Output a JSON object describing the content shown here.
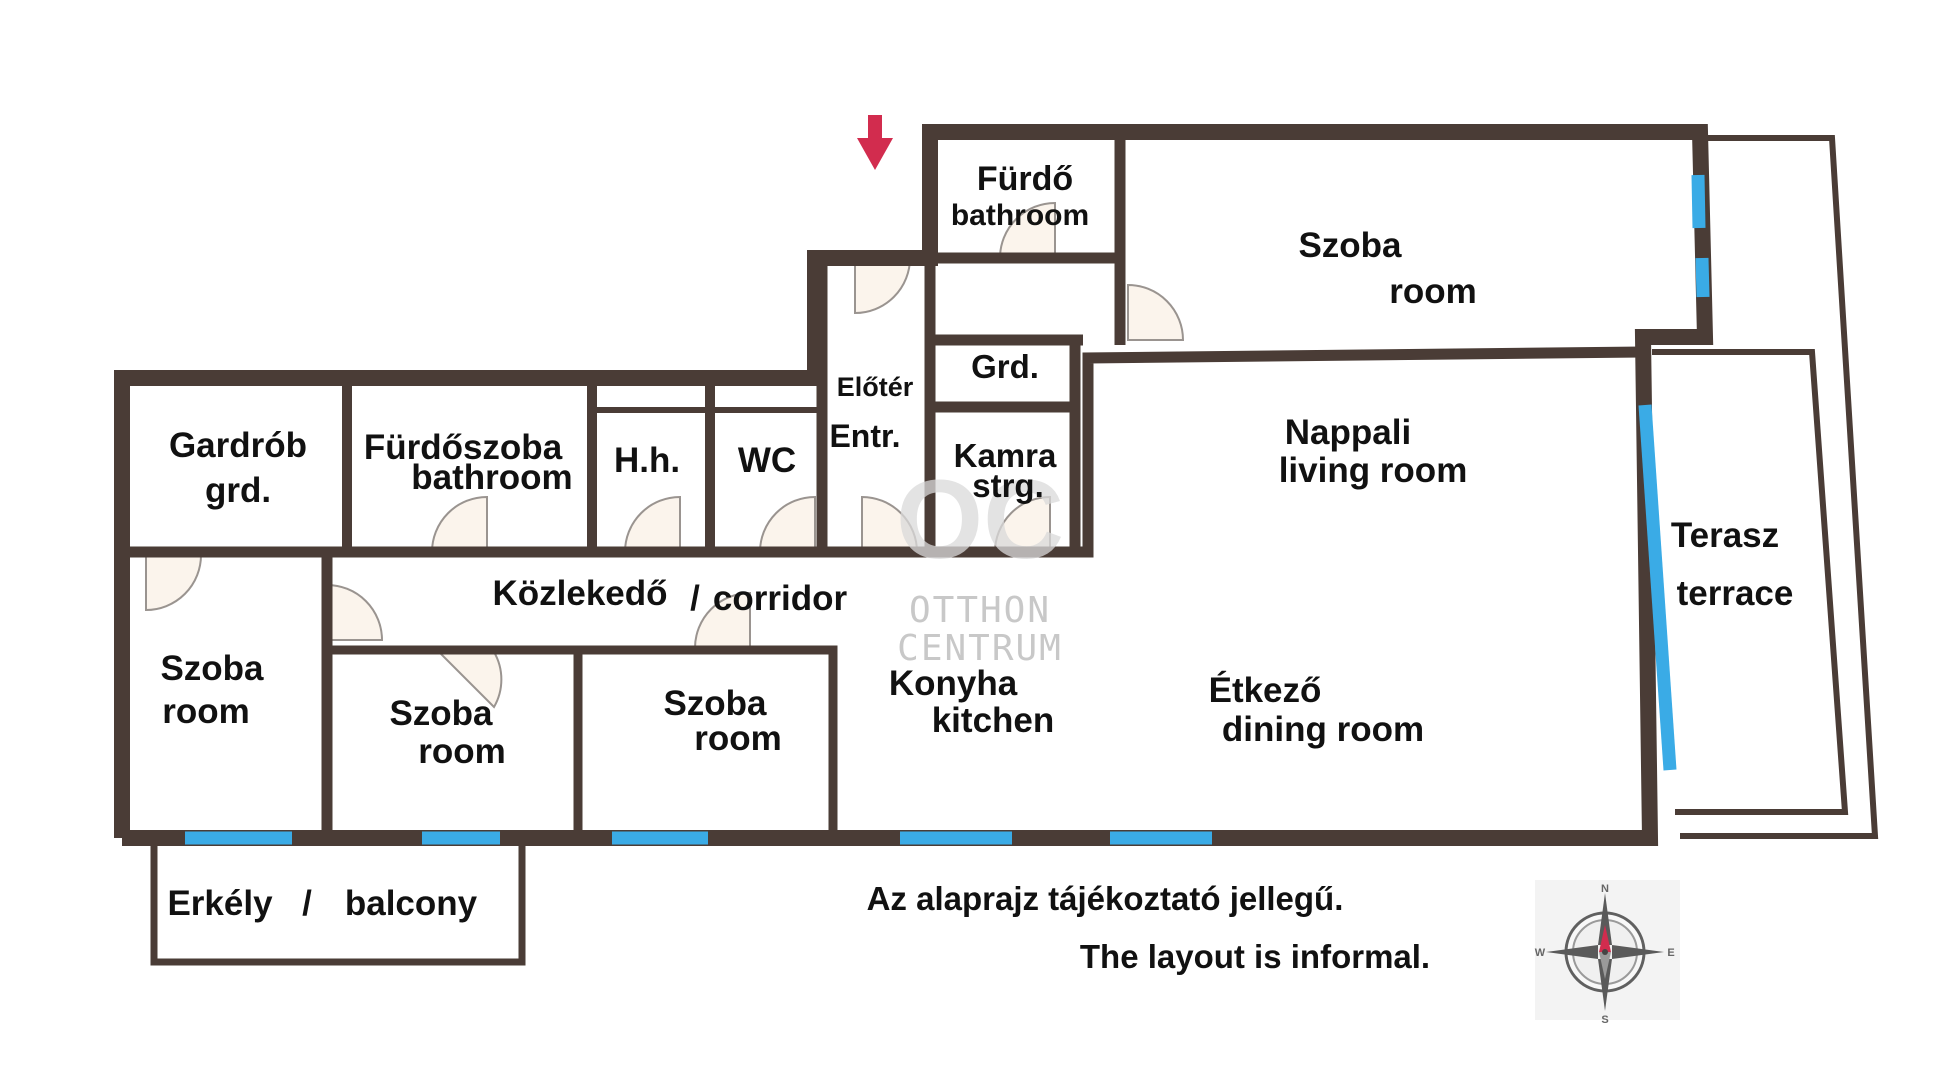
{
  "colors": {
    "wall": "#4a3c36",
    "window": "#3aabe6",
    "door_fill": "#fbf4ec",
    "arrow": "#d22c4e",
    "watermark": "#c8c8c8"
  },
  "rooms": {
    "furdo_top": {
      "hu": "Fürdő",
      "en": "bathroom"
    },
    "szoba_top": {
      "hu": "Szoba",
      "en": "room"
    },
    "grd_small": {
      "en": "Grd."
    },
    "eloter": {
      "hu": "Előtér",
      "en": "Entr."
    },
    "kamra": {
      "hu": "Kamra",
      "en": "strg."
    },
    "gardrob": {
      "hu": "Gardrób",
      "en": "grd."
    },
    "furdoszoba": {
      "hu": "Fürdőszoba",
      "en": "bathroom"
    },
    "hh": {
      "hu": "H.h."
    },
    "wc": {
      "hu": "WC"
    },
    "nappali": {
      "hu": "Nappali",
      "en": "living room"
    },
    "kozlekedo": {
      "hu": "Közlekedő",
      "sep": "/",
      "en": "corridor"
    },
    "szoba_left": {
      "hu": "Szoba",
      "en": "room"
    },
    "szoba_mid": {
      "hu": "Szoba",
      "en": "room"
    },
    "szoba_right": {
      "hu": "Szoba",
      "en": "room"
    },
    "konyha": {
      "hu": "Konyha",
      "en": "kitchen"
    },
    "etkezo": {
      "hu": "Étkező",
      "en": "dining room"
    },
    "terasz": {
      "hu": "Terasz",
      "en": "terrace"
    },
    "erkely": {
      "hu": "Erkély",
      "sep": "/",
      "en": "balcony"
    }
  },
  "watermark": {
    "logo": "OC",
    "line1": "OTTHON",
    "line2": "CENTRUM"
  },
  "notes": {
    "hu": "Az alaprajz tájékoztató jellegű.",
    "en": "The layout is informal."
  },
  "compass": {
    "n": "N",
    "s": "S",
    "e": "E",
    "w": "W"
  },
  "icons": {
    "entrance": "entrance-arrow-icon",
    "compass": "compass-rose-icon"
  }
}
